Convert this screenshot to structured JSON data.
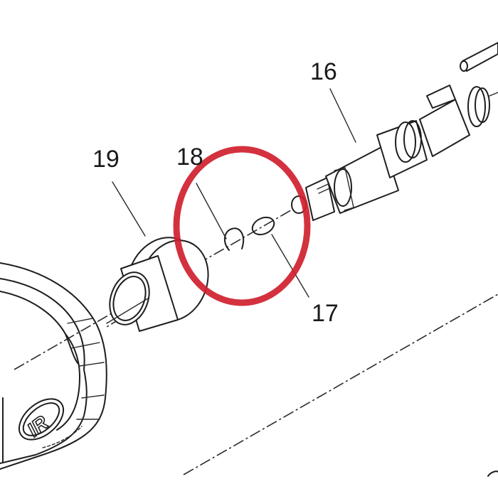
{
  "diagram": {
    "type": "exploded parts diagram",
    "callouts": [
      {
        "id": "16",
        "label": "16",
        "part": "shaft assembly"
      },
      {
        "id": "17",
        "label": "17",
        "part": "o-ring"
      },
      {
        "id": "18",
        "label": "18",
        "part": "retaining ring"
      },
      {
        "id": "19",
        "label": "19",
        "part": "bushing"
      }
    ],
    "highlight": {
      "shape": "circle",
      "color": "#d0202e",
      "encloses": [
        "17",
        "18"
      ]
    },
    "logo": {
      "text": "IR"
    },
    "colors": {
      "line": "#1e1e1e",
      "background": "#ffffff",
      "highlight": "#d0202e"
    }
  }
}
